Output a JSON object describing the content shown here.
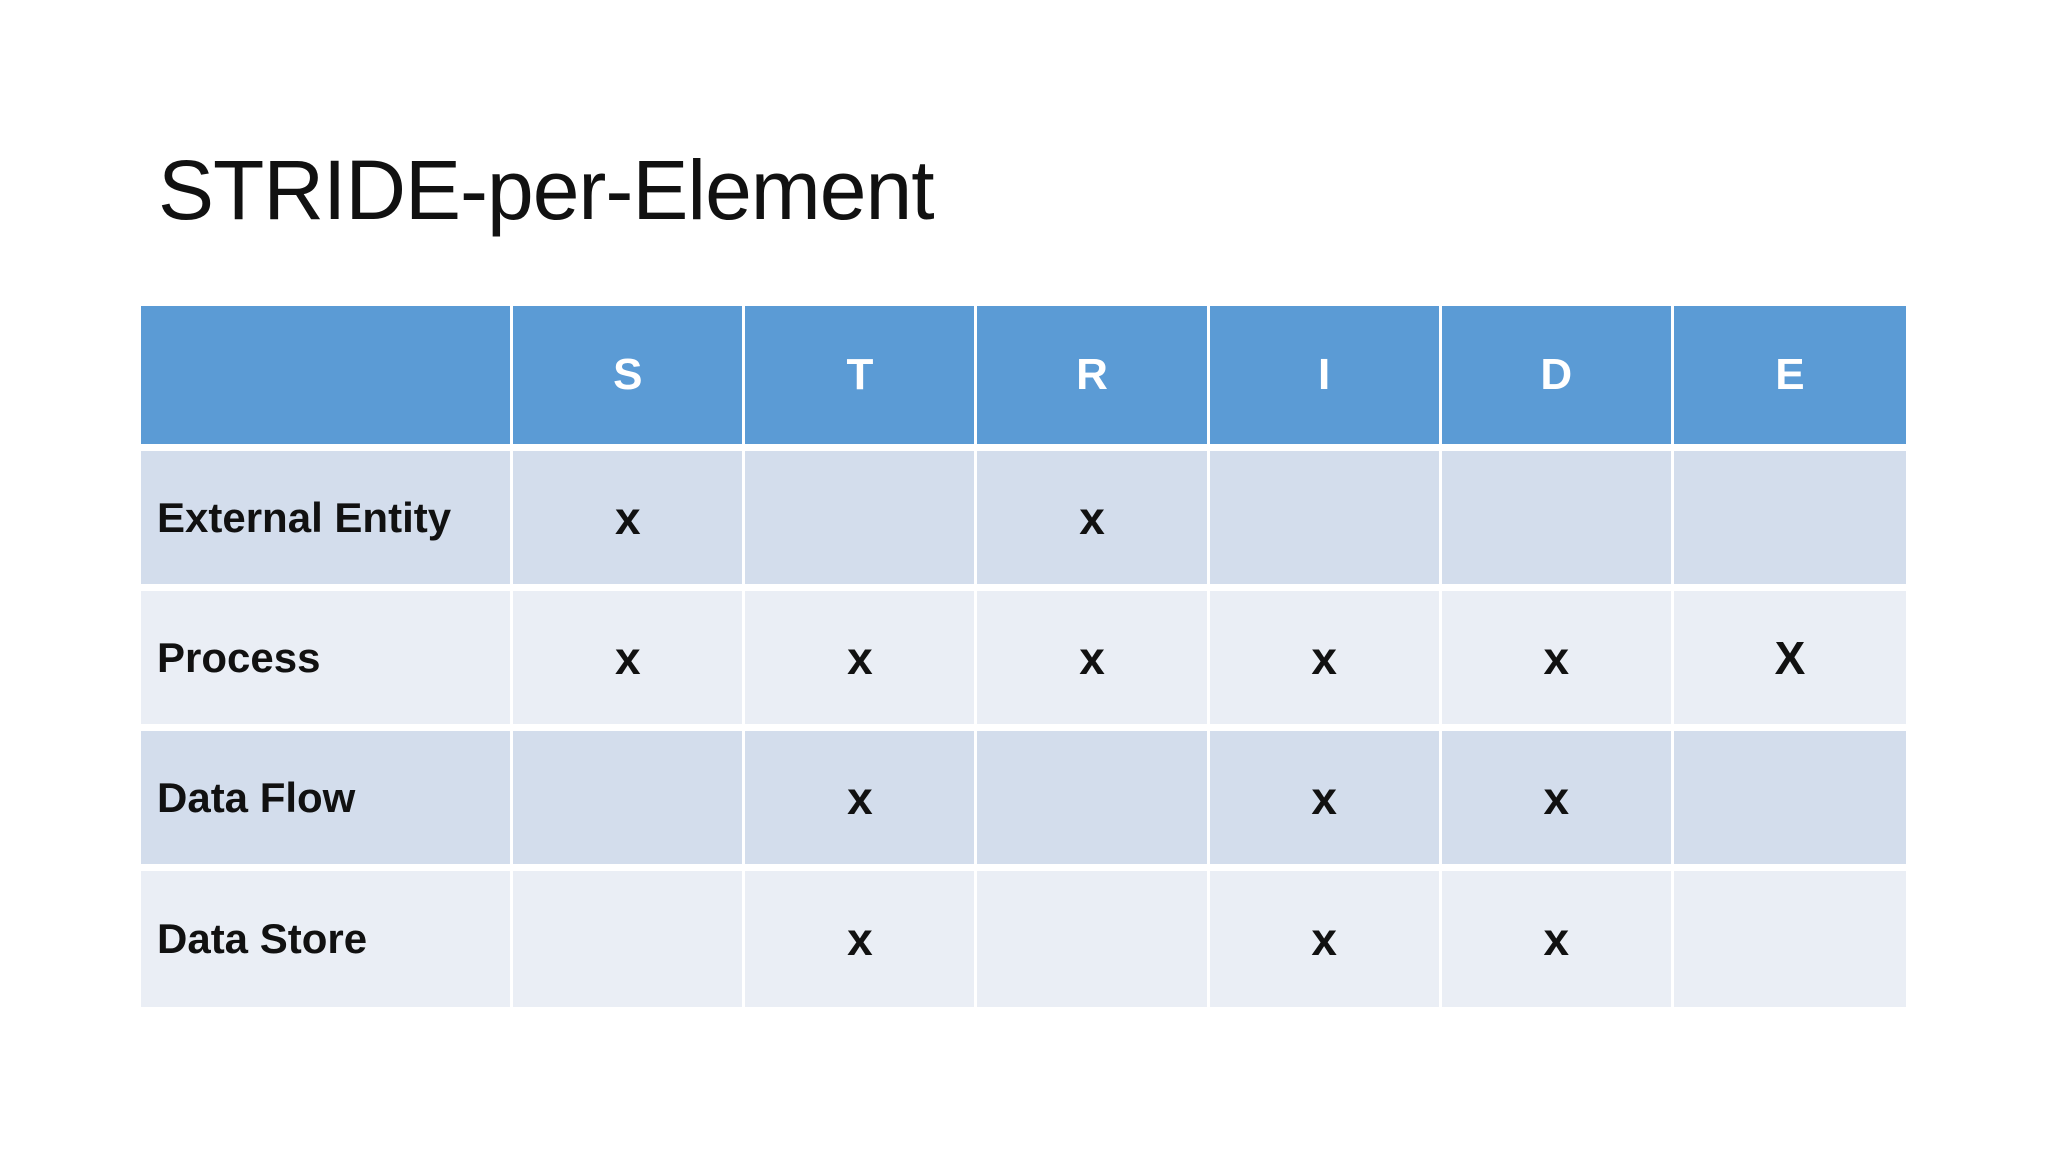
{
  "slide": {
    "title": "STRIDE-per-Element",
    "colors": {
      "header_bg": "#5B9BD5",
      "header_text": "#FFFFFF",
      "row_odd_bg": "#D3DDEC",
      "row_even_bg": "#EAEEF5",
      "body_text": "#111111",
      "slide_bg": "#FFFFFF"
    },
    "table": {
      "columns": [
        "",
        "S",
        "T",
        "R",
        "I",
        "D",
        "E"
      ],
      "rows": [
        {
          "label": "External Entity",
          "marks": [
            "x",
            "",
            "x",
            "",
            "",
            ""
          ]
        },
        {
          "label": "Process",
          "marks": [
            "x",
            "x",
            "x",
            "x",
            "x",
            "X"
          ]
        },
        {
          "label": "Data Flow",
          "marks": [
            "",
            "x",
            "",
            "x",
            "x",
            ""
          ]
        },
        {
          "label": "Data Store",
          "marks": [
            "",
            "x",
            "",
            "x",
            "x",
            ""
          ]
        }
      ]
    }
  }
}
